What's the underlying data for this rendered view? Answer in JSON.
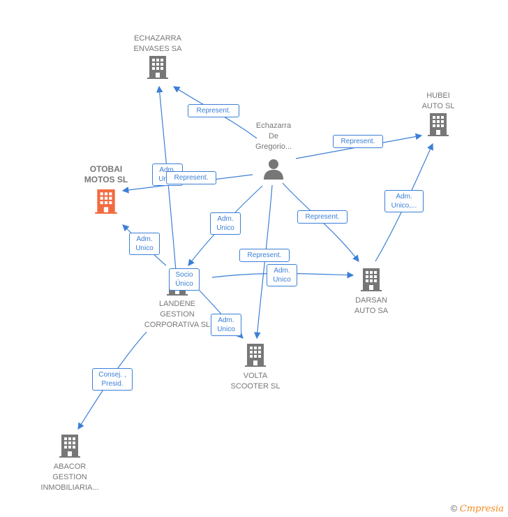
{
  "nodes": {
    "echazarra_envases": {
      "label": "ECHAZARRA\nENVASES SA",
      "icon": "building-icon",
      "color": "#777777"
    },
    "hubei": {
      "label": "HUBEI\nAUTO  SL",
      "icon": "building-icon",
      "color": "#777777"
    },
    "person": {
      "label": "Echazarra\nDe\nGregorio...",
      "icon": "person-icon",
      "color": "#777777"
    },
    "otobai": {
      "label": "OTOBAI\nMOTOS  SL",
      "icon": "building-icon",
      "color": "#f26a3f"
    },
    "landene": {
      "label": "LANDENE\nGESTION\nCORPORATIVA SL",
      "icon": "building-icon",
      "color": "#777777"
    },
    "darsan": {
      "label": "DARSAN\nAUTO SA",
      "icon": "building-icon",
      "color": "#777777"
    },
    "volta": {
      "label": "VOLTA\nSCOOTER  SL",
      "icon": "building-icon",
      "color": "#777777"
    },
    "abacor": {
      "label": "ABACOR\nGESTION\nINMOBILIARIA...",
      "icon": "building-icon",
      "color": "#777777"
    }
  },
  "edge_labels": {
    "e1": "Represent.",
    "e2": "Represent.",
    "e3": "Adm.\nUnico",
    "e4": "Represent.",
    "e5": "Adm.\nUnico,...",
    "e6": "Adm.\nUnico",
    "e7": "Represent.",
    "e8": "Adm.\nUnico",
    "e9": "Represent.",
    "e10": "Socio\nÚnico",
    "e11": "Adm.\nUnico",
    "e12": "Adm.\nUnico",
    "e13": "Consej. ,\nPresid."
  },
  "colors": {
    "edge": "#3b7fd6",
    "node_gray": "#777777",
    "focus_orange": "#f26a3f",
    "brand_orange": "#f08a1c"
  },
  "footer": {
    "copyright": "©",
    "brand_e": "C",
    "brand_rest": "mpresia"
  }
}
